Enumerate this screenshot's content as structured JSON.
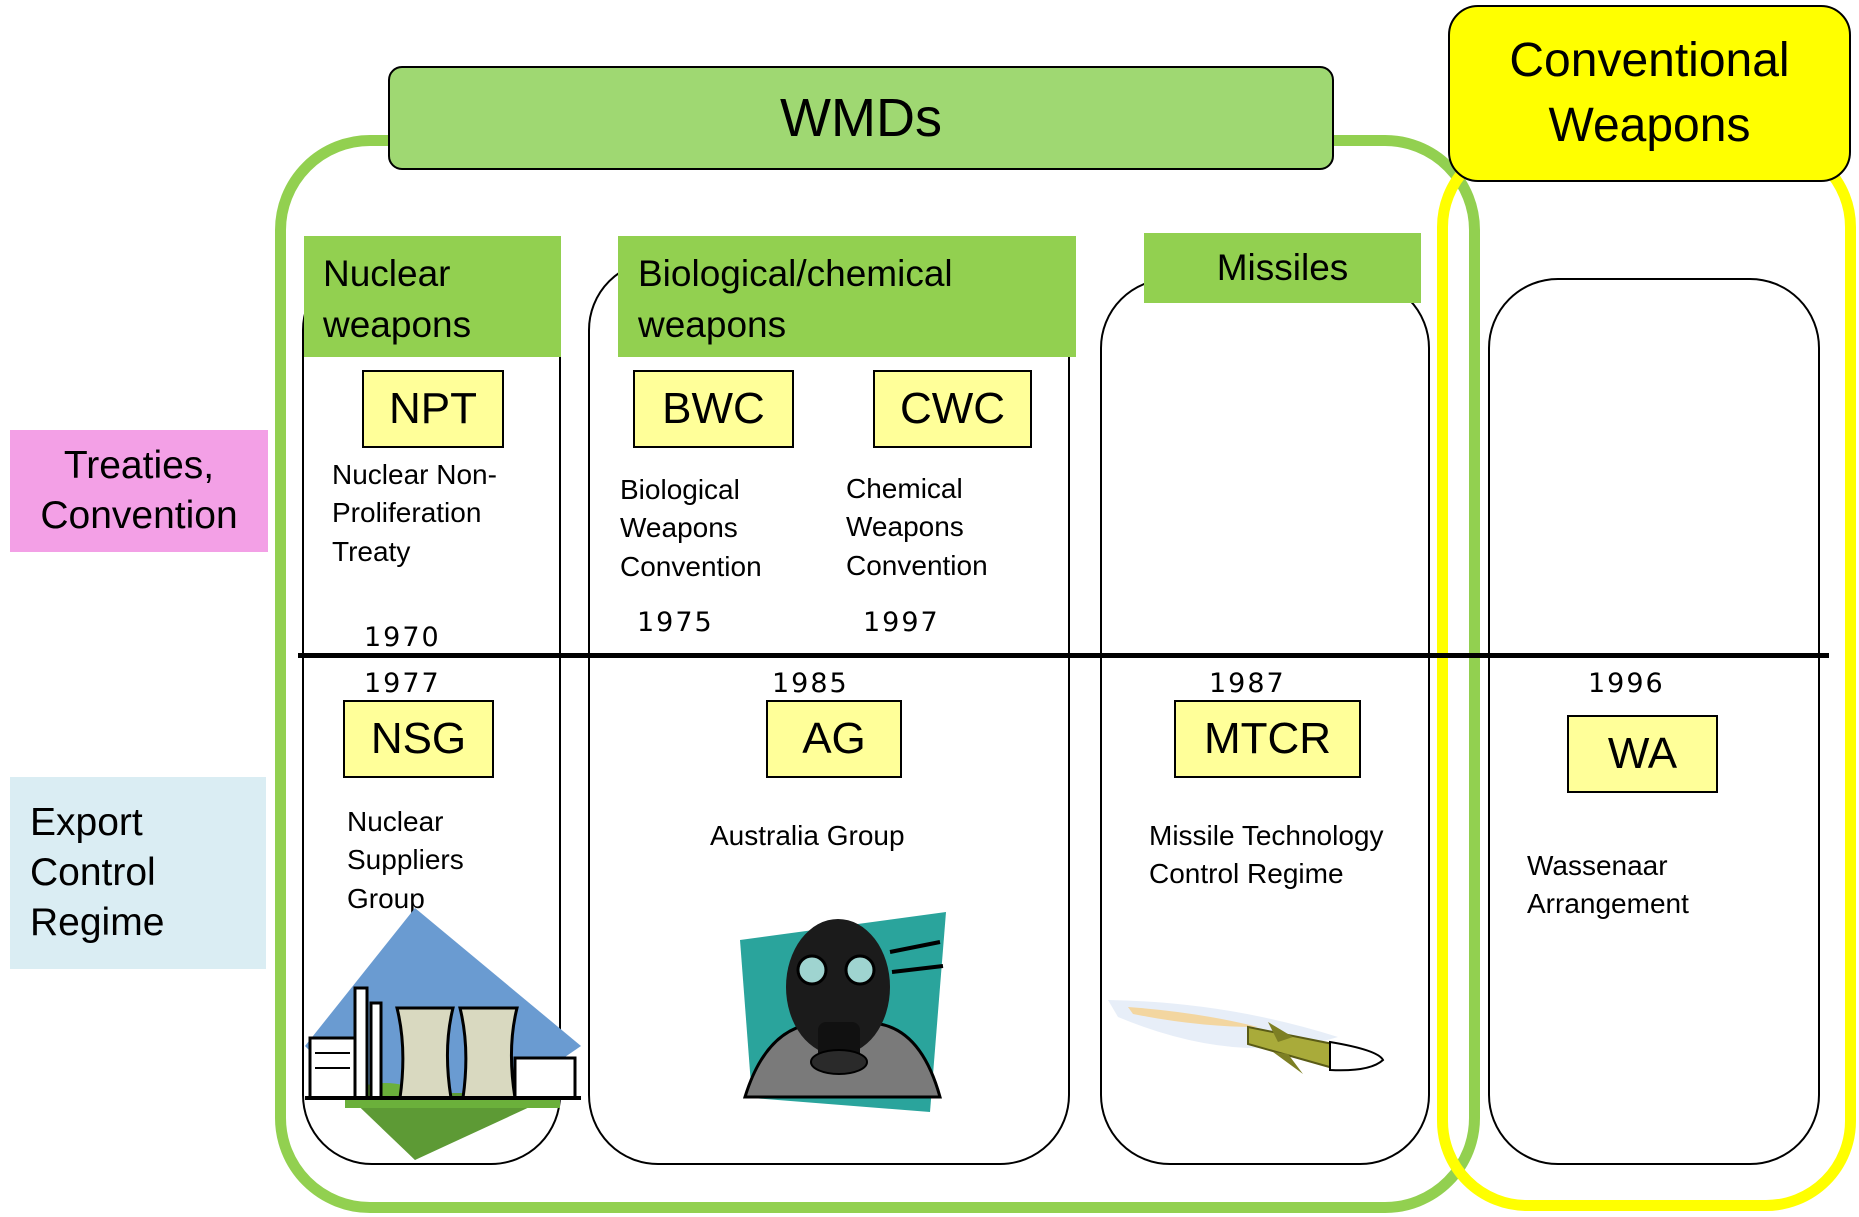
{
  "headers": {
    "wmd": "WMDs",
    "conventional": "Conventional Weapons"
  },
  "rows": {
    "treaties": "Treaties, Convention",
    "export": "Export Control Regime"
  },
  "columns": {
    "nuclear": "Nuclear weapons",
    "biochem": "Biological/chemical weapons",
    "missiles": "Missiles"
  },
  "treaties": {
    "npt": {
      "acronym": "NPT",
      "name": "Nuclear Non-Proliferation Treaty",
      "year": "1970"
    },
    "bwc": {
      "acronym": "BWC",
      "name": "Biological Weapons Convention",
      "year": "1975"
    },
    "cwc": {
      "acronym": "CWC",
      "name": "Chemical Weapons Convention",
      "year": "1997"
    }
  },
  "regimes": {
    "nsg": {
      "acronym": "NSG",
      "name": "Nuclear Suppliers Group",
      "year": "1977"
    },
    "ag": {
      "acronym": "AG",
      "name": "Australia Group",
      "year": "1985"
    },
    "mtcr": {
      "acronym": "MTCR",
      "name": "Missile Technology Control Regime",
      "year": "1987"
    },
    "wa": {
      "acronym": "WA",
      "name": "Wassenaar Arrangement",
      "year": "1996"
    }
  },
  "colors": {
    "wmd_green": "#92d050",
    "header_green": "#9fd872",
    "conventional_yellow": "#ffff00",
    "acronym_box": "#ffff99",
    "treaty_label_pink": "#f3a0e6",
    "export_label_blue": "#daedf3"
  },
  "icons": {
    "nuclear": "nuclear-power-plant-icon",
    "biochem": "gas-mask-icon",
    "missile": "missile-icon"
  }
}
